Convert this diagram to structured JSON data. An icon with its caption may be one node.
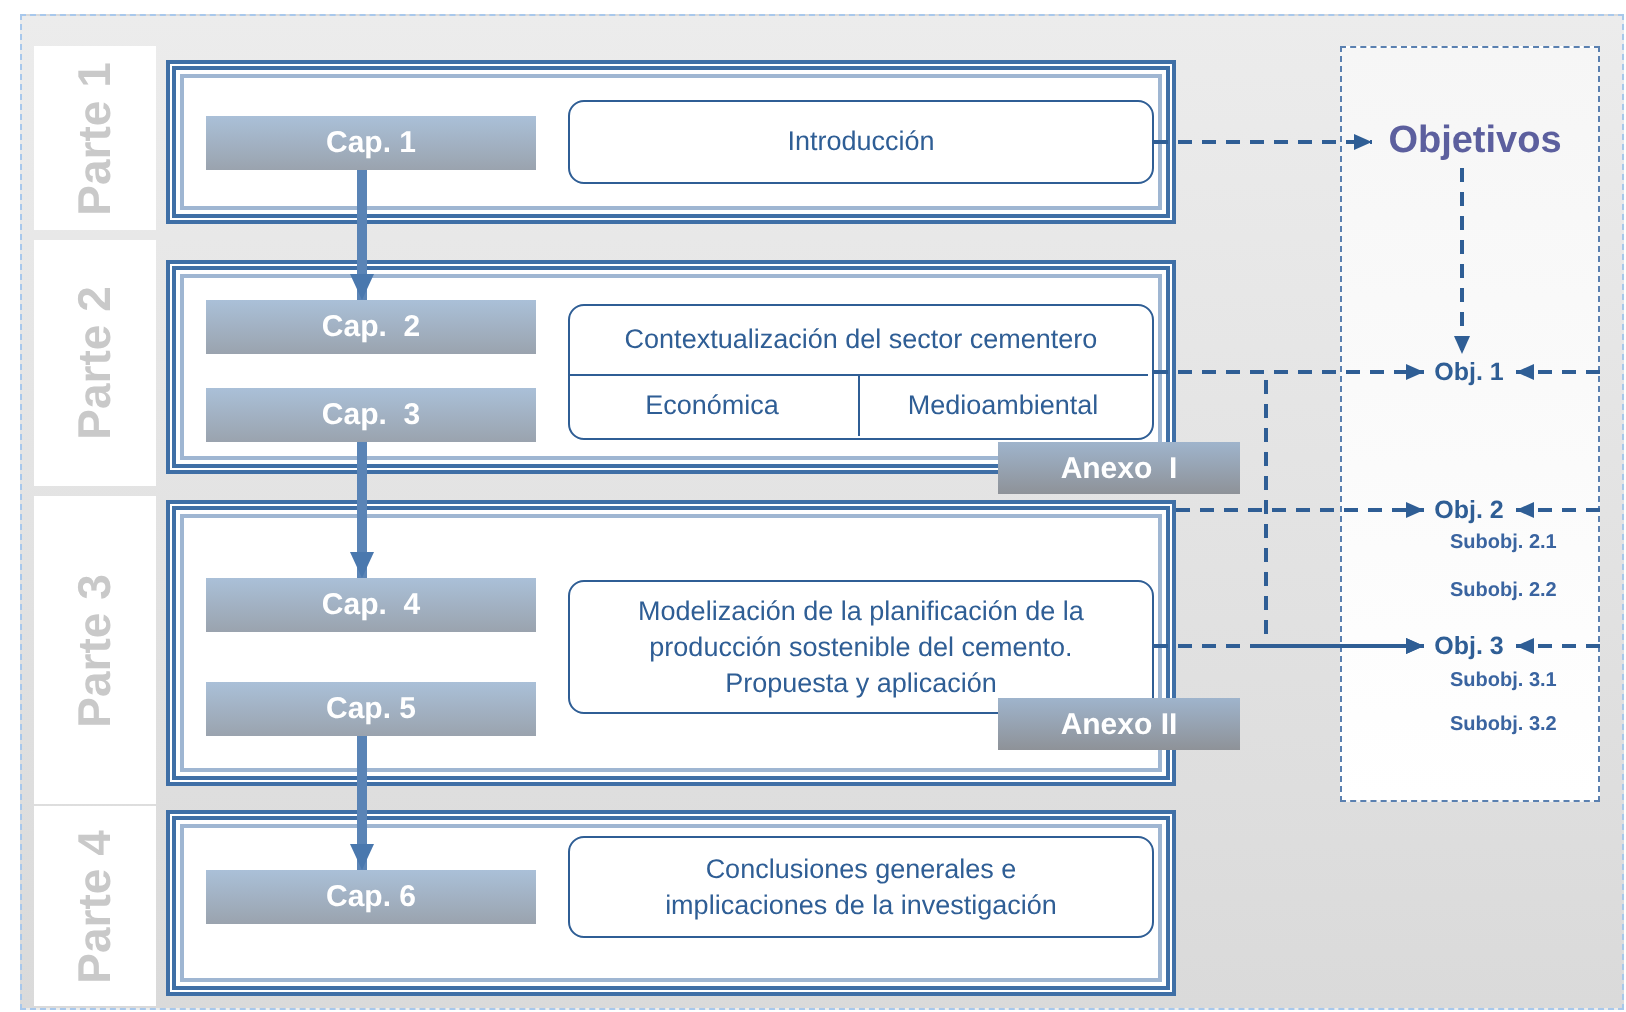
{
  "diagram": {
    "nodes": [
      {
        "text": [
          "Parte 1"
        ]
      },
      {
        "text": [],
        "shape": "box"
      },
      {
        "text": [
          "Cap. 1"
        ],
        "in": 1
      },
      {
        "text": [
          "Introducción"
        ],
        "in": 1
      },
      {
        "text": [
          "Parte 2"
        ]
      },
      {
        "text": [],
        "shape": "box"
      },
      {
        "text": [
          "Cap.  2"
        ],
        "in": 5
      },
      {
        "text": [
          "Cap.  3"
        ],
        "in": 5
      },
      {
        "text": [
          "Contextualización del sector cementero"
        ],
        "in": 5
      },
      {
        "text": [
          "Económica"
        ],
        "in": 8
      },
      {
        "text": [
          "Medioambiental"
        ],
        "in": 8
      },
      {
        "text": [
          "Anexo  I"
        ]
      },
      {
        "text": [
          "Parte 3"
        ]
      },
      {
        "text": [],
        "shape": "box"
      },
      {
        "text": [
          "Cap.  4"
        ],
        "in": 13
      },
      {
        "text": [
          "Cap. 5"
        ],
        "in": 13
      },
      {
        "text": [
          "Modelización de la planificación de la producción sostenible del cemento. Propuesta y aplicación"
        ],
        "in": 13
      },
      {
        "text": [
          "Anexo II"
        ]
      },
      {
        "text": [
          "Parte 4"
        ]
      },
      {
        "text": [],
        "shape": "box"
      },
      {
        "text": [
          "Cap. 6"
        ],
        "in": 19
      },
      {
        "text": [
          "Conclusiones generales e implicaciones de la investigación"
        ],
        "in": 19
      },
      {
        "text": [],
        "shape": "box"
      },
      {
        "text": [
          "Objetivos"
        ],
        "in": 22
      },
      {
        "text": [
          "Obj. 1"
        ],
        "in": 22
      },
      {
        "text": [
          "Obj. 2"
        ],
        "in": 22
      },
      {
        "text": [
          "Obj. 3"
        ],
        "in": 22
      }
    ],
    "edges": [
      {
        "from": 2,
        "to": 6,
        "arrow": "to",
        "style": "thick"
      },
      {
        "from": 7,
        "to": 14,
        "arrow": "to",
        "style": "thick"
      },
      {
        "from": 15,
        "to": 20,
        "arrow": "to",
        "style": "thick"
      },
      {
        "from": 3,
        "to": 23,
        "arrow": "to",
        "style": "dashed"
      },
      {
        "from": 23,
        "to": 24,
        "arrow": "to",
        "style": "dashed"
      },
      {
        "from": 8,
        "to": 24,
        "arrow": "to",
        "style": "dashed"
      },
      {
        "from": 8,
        "to": 26,
        "arrow": "to",
        "style": "dashed"
      },
      {
        "from": 16,
        "to": 26,
        "arrow": "to",
        "style": "dashed"
      },
      {
        "from": 13,
        "to": 25,
        "arrow": "to",
        "style": "dashed"
      },
      {
        "from": 22,
        "to": 24,
        "arrow": "to",
        "style": "dashed"
      },
      {
        "from": 22,
        "to": 25,
        "arrow": "to",
        "style": "dashed"
      },
      {
        "from": 22,
        "to": 26,
        "arrow": "to",
        "style": "dashed"
      }
    ],
    "labels": [
      "Subobj. 2.1",
      "Subobj. 2.2",
      "Subobj. 3.1",
      "Subobj. 3.2"
    ]
  }
}
